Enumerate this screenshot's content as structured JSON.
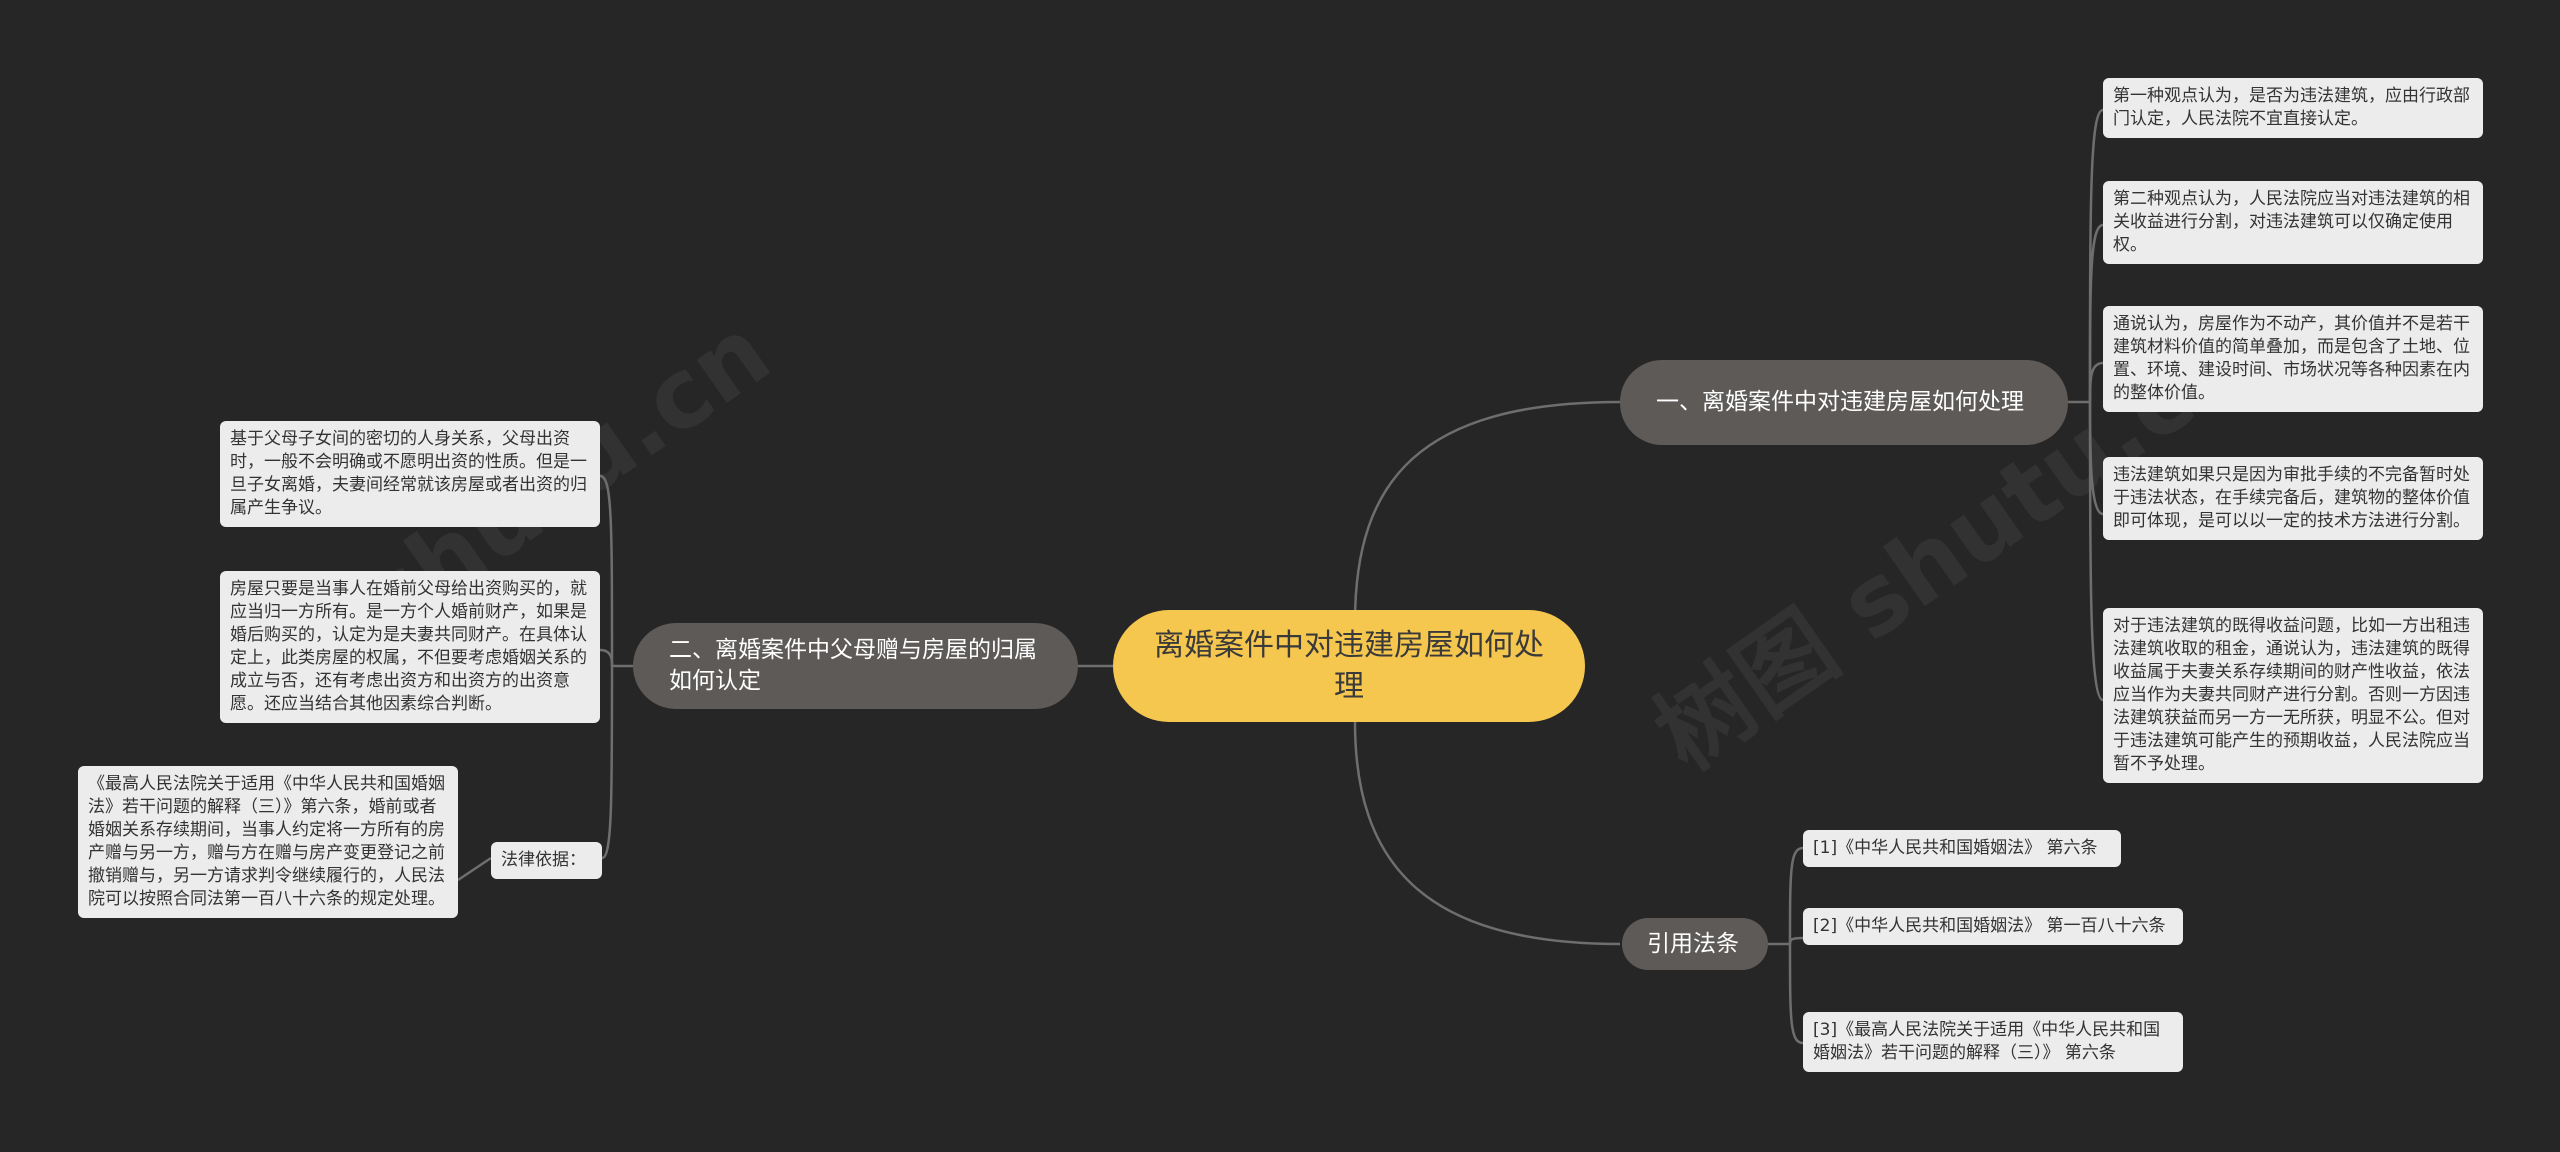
{
  "watermark": {
    "left": "shutu.cn",
    "right": "树图 shutu.cn"
  },
  "colors": {
    "background": "#262626",
    "root": "#f6c74f",
    "branch": "#5d5a58",
    "leaf": "#ececec",
    "edge": "#6e6e6e"
  },
  "root": {
    "title": "离婚案件中对违建房屋如何处理"
  },
  "branch1": {
    "title": "一、离婚案件中对违建房屋如何处理",
    "leaves": [
      "第一种观点认为，是否为违法建筑，应由行政部门认定，人民法院不宜直接认定。",
      "第二种观点认为，人民法院应当对违法建筑的相关收益进行分割，对违法建筑可以仅确定使用权。",
      "通说认为，房屋作为不动产，其价值并不是若干建筑材料价值的简单叠加，而是包含了土地、位置、环境、建设时间、市场状况等各种因素在内的整体价值。",
      "违法建筑如果只是因为审批手续的不完备暂时处于违法状态，在手续完备后，建筑物的整体价值即可体现，是可以以一定的技术方法进行分割。",
      "对于违法建筑的既得收益问题，比如一方出租违法建筑收取的租金，通说认为，违法建筑的既得收益属于夫妻关系存续期间的财产性收益，依法应当作为夫妻共同财产进行分割。否则一方因违法建筑获益而另一方一无所获，明显不公。但对于违法建筑可能产生的预期收益，人民法院应当暂不予处理。"
    ]
  },
  "branch2": {
    "title": "二、离婚案件中父母赠与房屋的归属如何认定",
    "leaves": [
      "基于父母子女间的密切的人身关系，父母出资时，一般不会明确或不愿明出资的性质。但是一旦子女离婚，夫妻间经常就该房屋或者出资的归属产生争议。",
      "房屋只要是当事人在婚前父母给出资购买的，就应当归一方所有。是一方个人婚前财产，如果是婚后购买的，认定为是夫妻共同财产。在具体认定上，此类房屋的权属，不但要考虑婚姻关系的成立与否，还有考虑出资方和出资方的出资意愿。还应当结合其他因素综合判断。"
    ],
    "legal_basis": {
      "label": "法律依据：",
      "text": "《最高人民法院关于适用《中华人民共和国婚姻法》若干问题的解释（三）》第六条，婚前或者婚姻关系存续期间，当事人约定将一方所有的房产赠与另一方，赠与方在赠与房产变更登记之前撤销赠与，另一方请求判令继续履行的，人民法院可以按照合同法第一百八十六条的规定处理。"
    }
  },
  "branch3": {
    "title": "引用法条",
    "leaves": [
      "[1]《中华人民共和国婚姻法》 第六条",
      "[2]《中华人民共和国婚姻法》 第一百八十六条",
      "[3]《最高人民法院关于适用《中华人民共和国婚姻法》若干问题的解释（三）》 第六条"
    ]
  }
}
